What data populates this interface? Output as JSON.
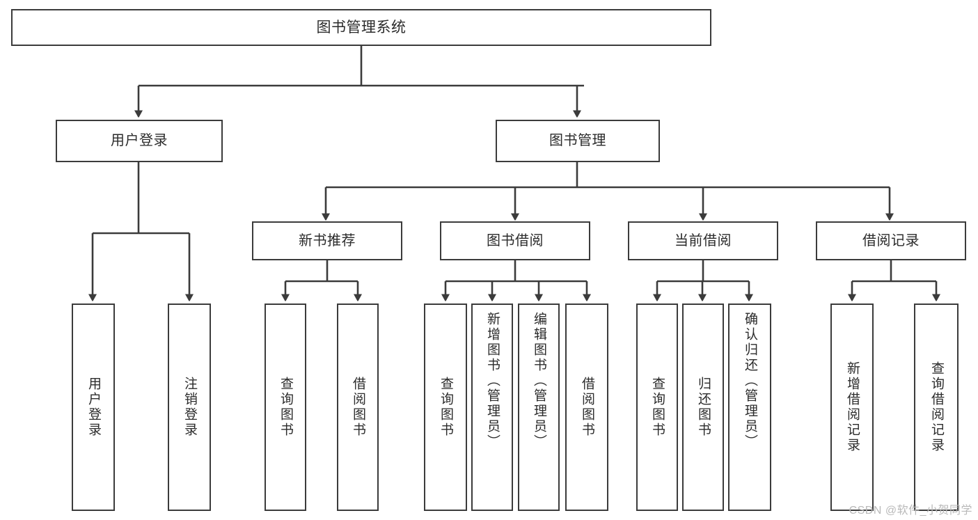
{
  "diagram": {
    "title": "图书管理系统",
    "type": "tree",
    "watermark": "CSDN @软件_小贺同学",
    "colors": {
      "box_border": "#3b3b3b",
      "box_fill": "#ffffff",
      "edge": "#3b3b3b",
      "text": "#2b2b2b",
      "watermark": "#b9b9b9",
      "background": "#ffffff"
    },
    "root": {
      "label": "图书管理系统"
    },
    "level2": [
      {
        "id": "user-login",
        "label": "用户登录"
      },
      {
        "id": "book-manage",
        "label": "图书管理"
      }
    ],
    "level3": [
      {
        "id": "new-book-recommend",
        "label": "新书推荐"
      },
      {
        "id": "book-borrow",
        "label": "图书借阅"
      },
      {
        "id": "current-borrow",
        "label": "当前借阅"
      },
      {
        "id": "borrow-record",
        "label": "借阅记录"
      }
    ],
    "leaves": {
      "user_login": [
        {
          "id": "leaf-user-login",
          "label": "用户登录"
        },
        {
          "id": "leaf-logout-login",
          "label": "注销登录"
        }
      ],
      "new_book_recommend": [
        {
          "id": "leaf-query-book-1",
          "label": "查询图书"
        },
        {
          "id": "leaf-borrow-book-1",
          "label": "借阅图书"
        }
      ],
      "book_borrow": [
        {
          "id": "leaf-query-book-2",
          "label": "查询图书"
        },
        {
          "id": "leaf-add-book",
          "label": "新增图书（管理员）"
        },
        {
          "id": "leaf-edit-book",
          "label": "编辑图书（管理员）"
        },
        {
          "id": "leaf-borrow-book-2",
          "label": "借阅图书"
        }
      ],
      "current_borrow": [
        {
          "id": "leaf-query-book-3",
          "label": "查询图书"
        },
        {
          "id": "leaf-return-book",
          "label": "归还图书"
        },
        {
          "id": "leaf-confirm-return",
          "label": "确认归还（管理员）"
        }
      ],
      "borrow_record": [
        {
          "id": "leaf-add-record",
          "label": "新增借阅记录"
        },
        {
          "id": "leaf-query-record",
          "label": "查询借阅记录"
        }
      ]
    }
  }
}
